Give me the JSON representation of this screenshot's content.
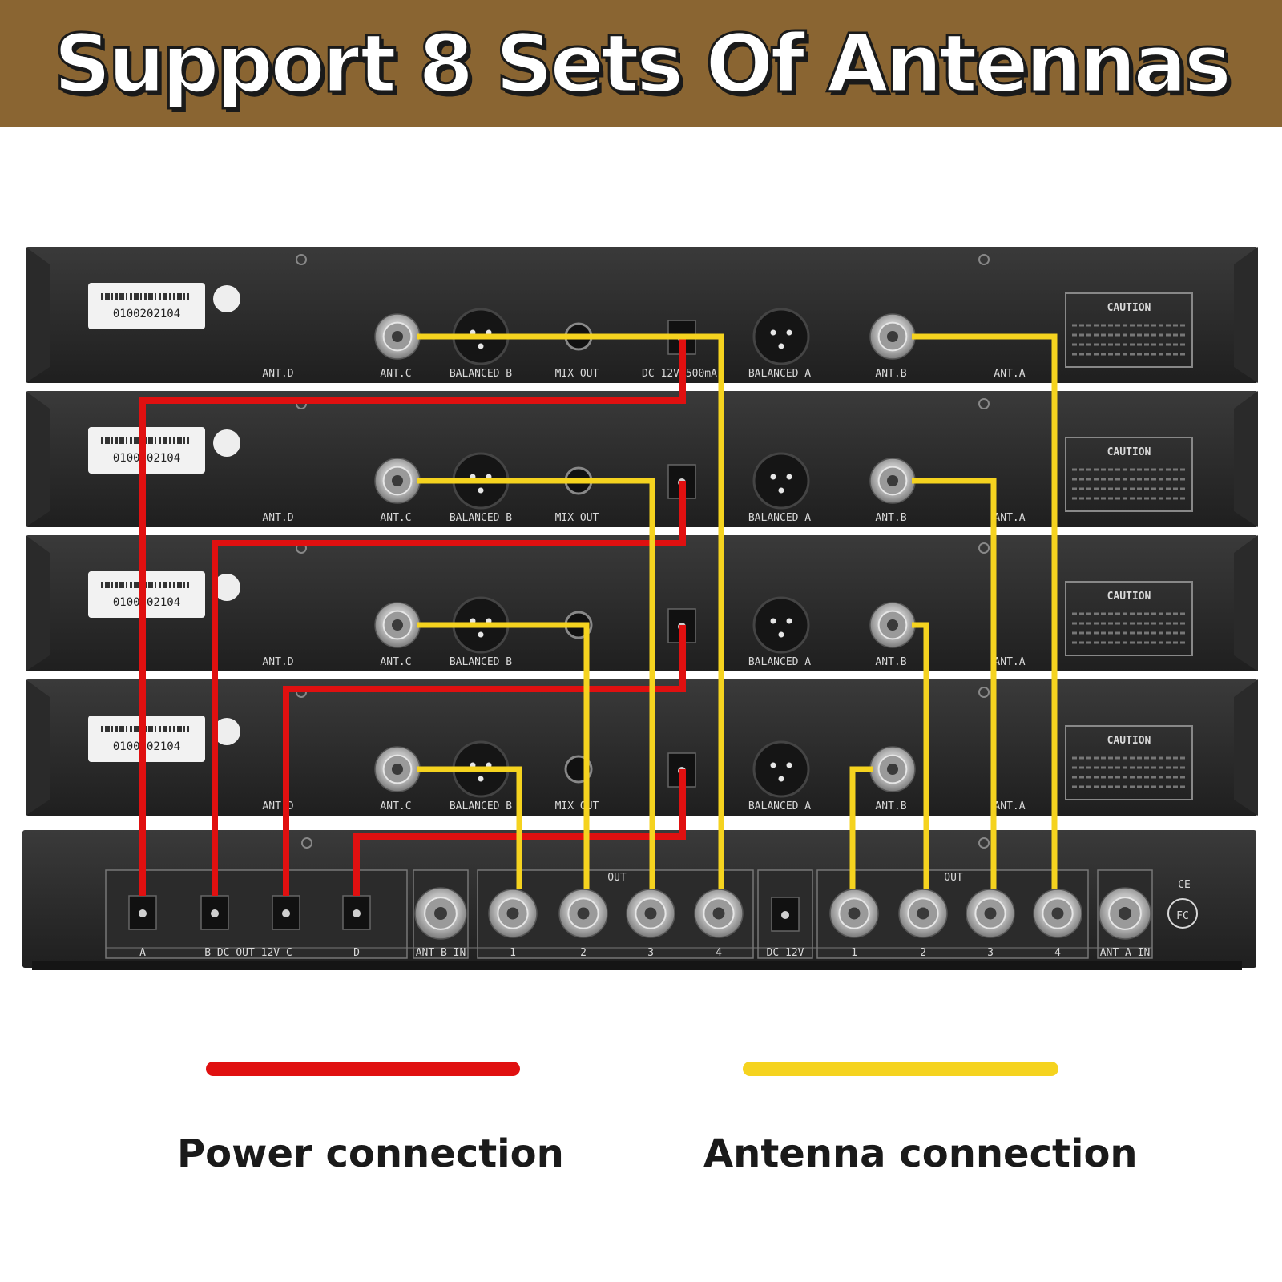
{
  "banner": {
    "title": "Support 8 Sets Of Antennas"
  },
  "legend": {
    "power": {
      "label": "Power connection",
      "color": "#e01010"
    },
    "antenna": {
      "label": "Antenna connection",
      "color": "#f5d31f"
    }
  },
  "receiver_units": [
    {
      "sticker": "0100202104",
      "caution": "CAUTION",
      "port_labels": [
        "ANT.D",
        "ANT.C",
        "BALANCED B",
        "MIX OUT",
        "DC 12V 500mA",
        "BALANCED A",
        "ANT.B",
        "ANT.A"
      ]
    },
    {
      "sticker": "0100 02104",
      "caution": "CAUTION",
      "port_labels": [
        "ANT.D",
        "ANT.C",
        "BALANCED B",
        "MIX OUT",
        "",
        "BALANCED A",
        "ANT.B",
        "ANT.A"
      ]
    },
    {
      "sticker": "0100 02104",
      "caution": "CAUTION",
      "port_labels": [
        "ANT.D",
        "ANT.C",
        "BALANCED B",
        "",
        "",
        "BALANCED A",
        "ANT.B",
        "ANT.A"
      ]
    },
    {
      "sticker": "0100 02104",
      "caution": "CAUTION",
      "port_labels": [
        "ANT.D",
        "ANT.C",
        "BALANCED B",
        "MIX OUT",
        "",
        "BALANCED A",
        "ANT.B",
        "ANT.A"
      ]
    }
  ],
  "distributor": {
    "dc_out_labels": [
      "A",
      "B DC OUT 12V C",
      "D"
    ],
    "left_in_label": "ANT B IN",
    "left_out": {
      "title": "OUT",
      "labels": [
        "1",
        "2",
        "3",
        "4"
      ]
    },
    "dc_in_label": "DC 12V",
    "right_out": {
      "title": "OUT",
      "labels": [
        "1",
        "2",
        "3",
        "4"
      ]
    },
    "right_in_label": "ANT A IN",
    "marks": [
      "CE",
      "FC"
    ]
  }
}
